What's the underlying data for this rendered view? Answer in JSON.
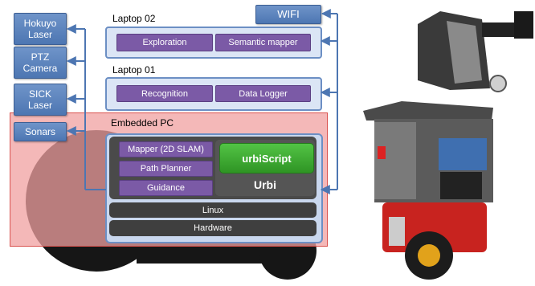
{
  "sensors": {
    "hokuyo": "Hokuyo\nLaser",
    "ptz": "PTZ\nCamera",
    "sick": "SICK\nLaser",
    "sonars": "Sonars",
    "wifi": "WIFI"
  },
  "laptop02": {
    "title": "Laptop 02",
    "items": [
      "Exploration",
      "Semantic mapper"
    ]
  },
  "laptop01": {
    "title": "Laptop 01",
    "items": [
      "Recognition",
      "Data Logger"
    ]
  },
  "embedded": {
    "title": "Embedded PC",
    "modules": [
      "Mapper (2D SLAM)",
      "Path Planner",
      "Guidance"
    ],
    "urbiscript": "urbiScript",
    "urbi": "Urbi",
    "linux": "Linux",
    "hardware": "Hardware"
  },
  "colors": {
    "sensor_blue": "#5580bd",
    "laptop_fill": "#dbe5f5",
    "module_purple": "#7b5aa6",
    "embedded_red": "#f2bdbd",
    "urbiscript_green": "#3ea832",
    "layer_dark": "#3f3f3f"
  }
}
